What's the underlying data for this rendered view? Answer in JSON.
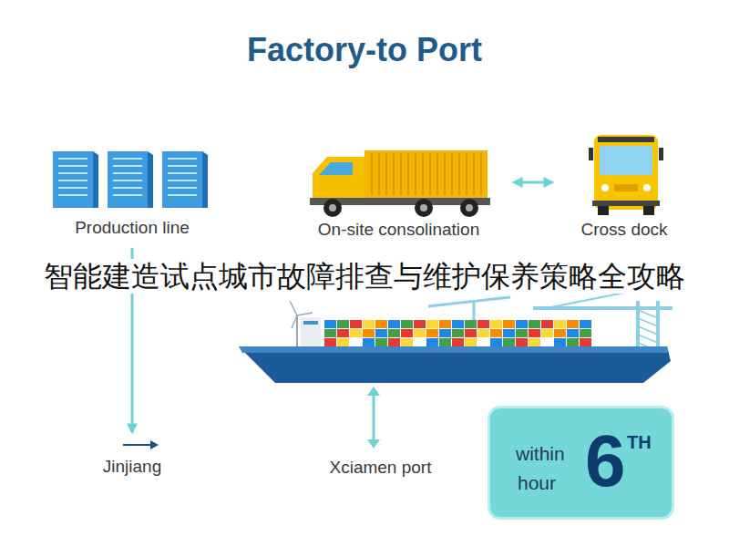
{
  "diagram": {
    "title": "Factory-to Port",
    "nodes": [
      {
        "text": [
          "Production line"
        ]
      },
      {
        "text": [
          "On-site consolination"
        ]
      },
      {
        "text": [
          "Cross dock"
        ]
      },
      {
        "text": [
          "Jinjiang"
        ]
      },
      {
        "text": [
          "Xciamen port"
        ]
      },
      {
        "text": [
          "within",
          "hour",
          "6",
          "TH"
        ]
      }
    ],
    "edges": [
      {
        "from": 0,
        "to": 3,
        "arrow": "to"
      },
      {
        "from": 1,
        "to": 2,
        "arrow": "both"
      }
    ],
    "labels": [
      "智能建造试点城市故障排查与维护保养策略全攻略"
    ]
  }
}
